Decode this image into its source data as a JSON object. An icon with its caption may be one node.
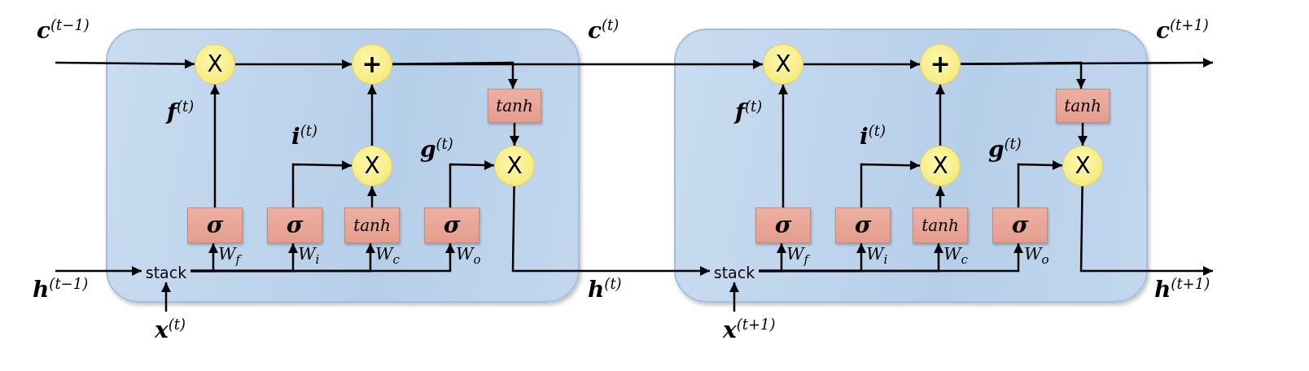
{
  "diagram": {
    "nodes": [
      {
        "text": [],
        "shape": "box"
      },
      {
        "text": [
          "X"
        ],
        "in": 0
      },
      {
        "text": [
          "+"
        ],
        "in": 0
      },
      {
        "text": [
          "tanh"
        ],
        "in": 0
      },
      {
        "text": [
          "X"
        ],
        "in": 0
      },
      {
        "text": [
          "X"
        ],
        "in": 0
      },
      {
        "text": [
          "σ"
        ],
        "in": 0
      },
      {
        "text": [
          "σ"
        ],
        "in": 0
      },
      {
        "text": [
          "tanh"
        ],
        "in": 0
      },
      {
        "text": [
          "σ"
        ],
        "in": 0
      },
      {
        "text": [
          "stack"
        ],
        "in": 0
      },
      {
        "text": [
          "**x**$^{(t)}$"
        ]
      },
      {
        "text": [],
        "shape": "box"
      },
      {
        "text": [
          "X"
        ],
        "in": 12
      },
      {
        "text": [
          "+"
        ],
        "in": 12
      },
      {
        "text": [
          "tanh"
        ],
        "in": 12
      },
      {
        "text": [
          "X"
        ],
        "in": 12
      },
      {
        "text": [
          "X"
        ],
        "in": 12
      },
      {
        "text": [
          "σ"
        ],
        "in": 12
      },
      {
        "text": [
          "σ"
        ],
        "in": 12
      },
      {
        "text": [
          "tanh"
        ],
        "in": 12
      },
      {
        "text": [
          "σ"
        ],
        "in": 12
      },
      {
        "text": [
          "stack"
        ],
        "in": 12
      },
      {
        "text": [
          "**x**$^{(t+1)}$"
        ]
      }
    ],
    "edges": [
      {
        "from": null,
        "to": 1,
        "arrow": "to",
        "label": "**c**$^{(t−1)}$"
      },
      {
        "from": 1,
        "to": 2,
        "arrow": "to"
      },
      {
        "from": 6,
        "to": 1,
        "arrow": "to",
        "label": "**f**$^{(t)}$"
      },
      {
        "from": 4,
        "to": 2,
        "arrow": "to"
      },
      {
        "from": 7,
        "to": 4,
        "arrow": "to",
        "label": "**i**$^{(t)}$"
      },
      {
        "from": 8,
        "to": 4,
        "arrow": "to"
      },
      {
        "from": 9,
        "to": 5,
        "arrow": "to",
        "label": "**g**$^{(t)}$"
      },
      {
        "from": 2,
        "to": 3,
        "arrow": "to"
      },
      {
        "from": 3,
        "to": 5,
        "arrow": "to"
      },
      {
        "from": 2,
        "to": 13,
        "arrow": "to",
        "label": "**c**$^{(t)}$"
      },
      {
        "from": 5,
        "to": 22,
        "arrow": "to",
        "label": "**h**$^{(t)}$"
      },
      {
        "from": 11,
        "to": 10,
        "arrow": "to"
      },
      {
        "from": null,
        "to": 10,
        "arrow": "to",
        "label": "**h**$^{(t−1)}$"
      },
      {
        "from": 10,
        "to": 6,
        "arrow": "to"
      },
      {
        "from": 10,
        "to": 7,
        "arrow": "to"
      },
      {
        "from": 10,
        "to": 8,
        "arrow": "to"
      },
      {
        "from": 10,
        "to": 9,
        "arrow": "to"
      },
      {
        "from": 13,
        "to": 14,
        "arrow": "to"
      },
      {
        "from": 18,
        "to": 13,
        "arrow": "to",
        "label": "**f**$^{(t)}$"
      },
      {
        "from": 16,
        "to": 14,
        "arrow": "to"
      },
      {
        "from": 19,
        "to": 16,
        "arrow": "to",
        "label": "**i**$^{(t)}$"
      },
      {
        "from": 20,
        "to": 16,
        "arrow": "to"
      },
      {
        "from": 21,
        "to": 17,
        "arrow": "to",
        "label": "**g**$^{(t)}$"
      },
      {
        "from": 14,
        "to": 15,
        "arrow": "to"
      },
      {
        "from": 15,
        "to": 17,
        "arrow": "to"
      },
      {
        "from": 14,
        "to": null,
        "arrow": "to",
        "label": "**c**$^{(t+1)}$"
      },
      {
        "from": 17,
        "to": null,
        "arrow": "to",
        "label": "**h**$^{(t+1)}$"
      },
      {
        "from": 23,
        "to": 22,
        "arrow": "to"
      },
      {
        "from": 22,
        "to": 18,
        "arrow": "to"
      },
      {
        "from": 22,
        "to": 19,
        "arrow": "to"
      },
      {
        "from": 22,
        "to": 20,
        "arrow": "to"
      },
      {
        "from": 22,
        "to": 21,
        "arrow": "to"
      }
    ],
    "labels": [
      "W$_{f}$",
      "W$_{i}$",
      "W$_{c}$",
      "W$_{o}$",
      "W$_{f}$",
      "W$_{i}$",
      "W$_{c}$",
      "W$_{o}$"
    ]
  }
}
